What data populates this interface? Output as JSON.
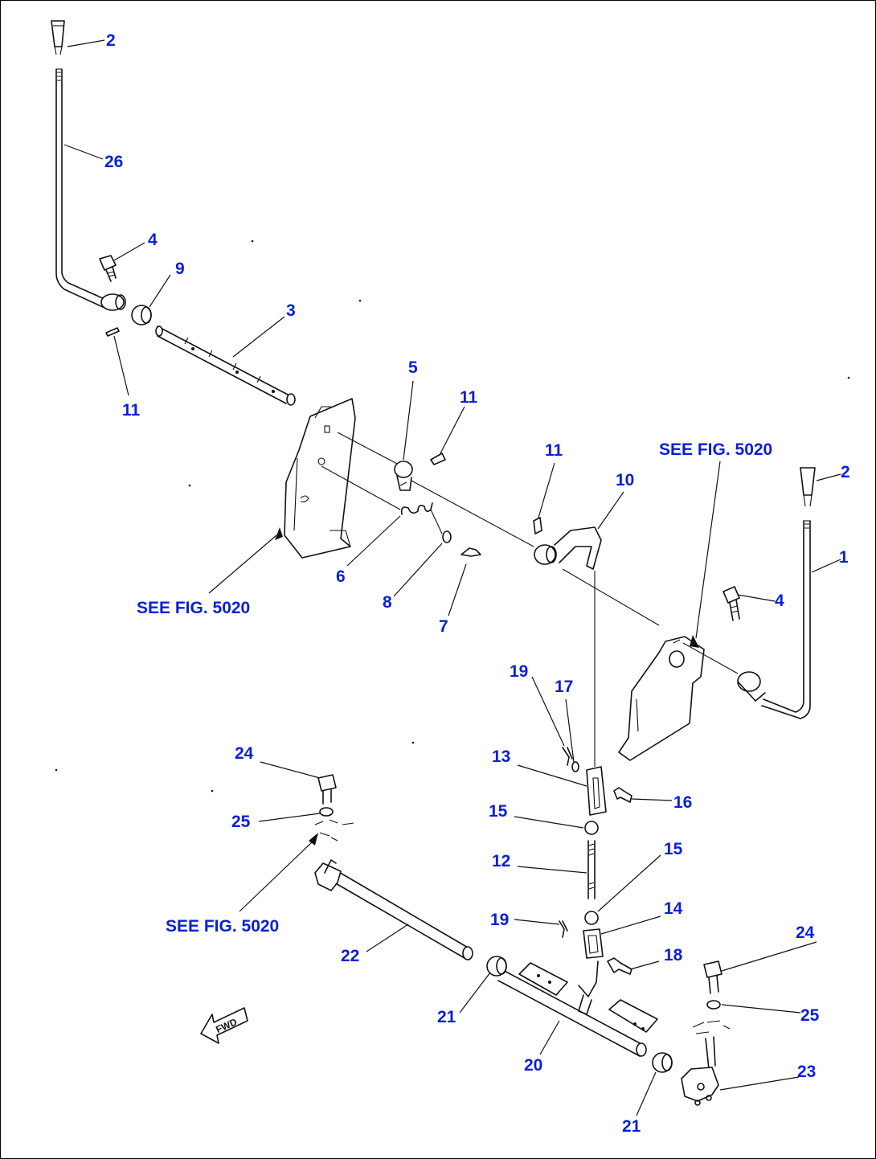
{
  "diagram": {
    "see_fig": "SEE FIG. 5020",
    "fwd_label": "FWD",
    "callouts": [
      "2",
      "26",
      "4",
      "9",
      "3",
      "11",
      "5",
      "11",
      "11",
      "10",
      "SEE FIG. 5020",
      "2",
      "1",
      "4",
      "6",
      "8",
      "7",
      "SEE FIG. 5020",
      "19",
      "17",
      "13",
      "16",
      "15",
      "12",
      "15",
      "19",
      "14",
      "18",
      "24",
      "25",
      "SEE FIG. 5020",
      "22",
      "21",
      "20",
      "21",
      "24",
      "25",
      "23"
    ]
  }
}
